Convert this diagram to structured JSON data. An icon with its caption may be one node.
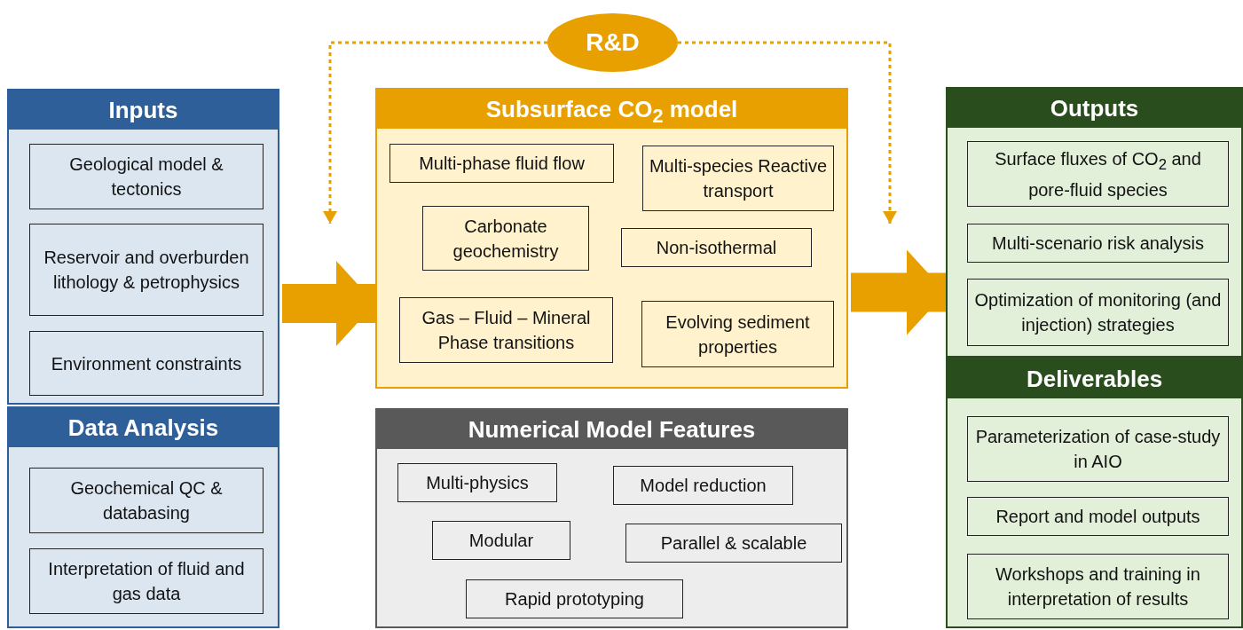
{
  "diagram": {
    "nodes": [
      {
        "text": [
          "Inputs"
        ]
      },
      {
        "text": [
          "Geological model & tectonics"
        ],
        "in": 0
      },
      {
        "text": [
          "Reservoir and overburden lithology & petrophysics"
        ],
        "in": 0
      },
      {
        "text": [
          "Environment constraints"
        ],
        "in": 0
      },
      {
        "text": [
          "Data Analysis"
        ]
      },
      {
        "text": [
          "Geochemical QC & databasing"
        ],
        "in": 4
      },
      {
        "text": [
          "Interpretation of fluid and gas data"
        ],
        "in": 4
      },
      {
        "text": [
          "R&D"
        ]
      },
      {
        "text": [
          "Subsurface CO$_{2}$ model"
        ]
      },
      {
        "text": [
          "Multi-phase fluid flow"
        ],
        "in": 8
      },
      {
        "text": [
          "Multi-species Reactive transport"
        ],
        "in": 8
      },
      {
        "text": [
          "Carbonate geochemistry"
        ],
        "in": 8
      },
      {
        "text": [
          "Non-isothermal"
        ],
        "in": 8
      },
      {
        "text": [
          "Gas – Fluid – Mineral Phase transitions"
        ],
        "in": 8
      },
      {
        "text": [
          "Evolving sediment properties"
        ],
        "in": 8
      },
      {
        "text": [
          "Numerical Model Features"
        ]
      },
      {
        "text": [
          "Multi-physics"
        ],
        "in": 15
      },
      {
        "text": [
          "Model reduction"
        ],
        "in": 15
      },
      {
        "text": [
          "Modular"
        ],
        "in": 15
      },
      {
        "text": [
          "Parallel & scalable"
        ],
        "in": 15
      },
      {
        "text": [
          "Rapid prototyping"
        ],
        "in": 15
      },
      {
        "text": [
          "Outputs"
        ]
      },
      {
        "text": [
          "Surface fluxes of CO$_{2}$ and pore-fluid species"
        ],
        "in": 21
      },
      {
        "text": [
          "Multi-scenario risk analysis"
        ],
        "in": 21
      },
      {
        "text": [
          "Optimization of monitoring (and injection) strategies"
        ],
        "in": 21
      },
      {
        "text": [
          "Deliverables"
        ]
      },
      {
        "text": [
          "Parameterization of case-study in AIO"
        ],
        "in": 25
      },
      {
        "text": [
          "Report and model outputs"
        ],
        "in": 25
      },
      {
        "text": [
          "Workshops and training in interpretation of results"
        ],
        "in": 25
      }
    ],
    "edges": [
      {
        "from": 0,
        "to": 8,
        "arrow": "to",
        "style": "thick"
      },
      {
        "from": 8,
        "to": 21,
        "arrow": "to",
        "style": "thick"
      },
      {
        "from": 7,
        "to": null,
        "arrow": "to",
        "style": "dashed"
      },
      {
        "from": 7,
        "to": null,
        "arrow": "to",
        "style": "dashed"
      }
    ]
  }
}
